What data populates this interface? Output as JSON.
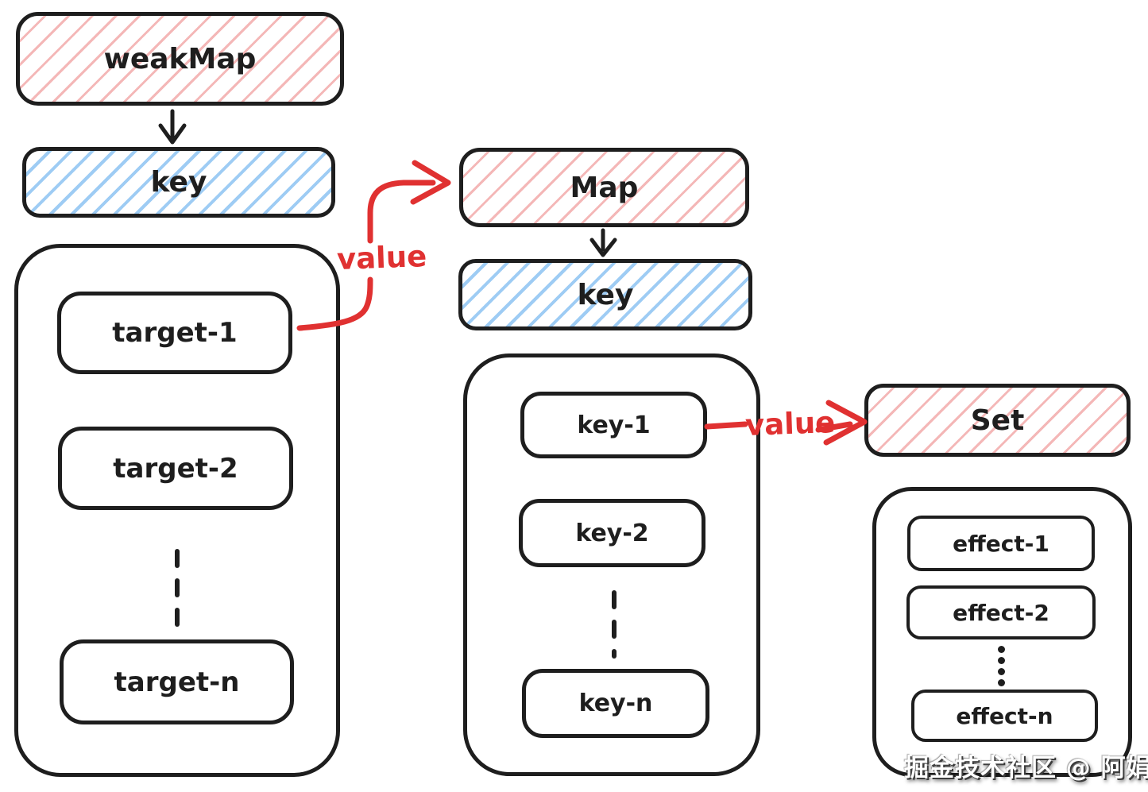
{
  "nodes": {
    "weakmap": "weakMap",
    "weakmap_key": "key",
    "map": "Map",
    "map_key": "key",
    "set": "Set",
    "target_1": "target-1",
    "target_2": "target-2",
    "target_n": "target-n",
    "key_1": "key-1",
    "key_2": "key-2",
    "key_n": "key-n",
    "effect_1": "effect-1",
    "effect_2": "effect-2",
    "effect_n": "effect-n"
  },
  "edges": {
    "value_to_map_label": "value",
    "value_to_set_label": "value"
  },
  "watermark": "掘金技术社区 @ 阿娟蛋",
  "colors": {
    "ink": "#1e1e1e",
    "red": "#e03131",
    "red_hatch": "#e0313159",
    "blue_hatch": "#228be670"
  }
}
